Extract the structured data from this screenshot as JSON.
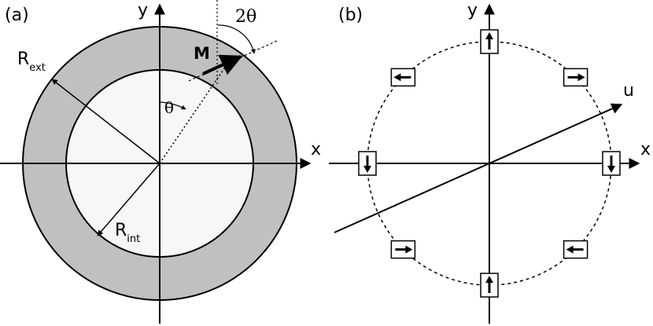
{
  "panel_a": {
    "tag": "(a)",
    "x_axis": "x",
    "y_axis": "y",
    "outer_radius_label": {
      "base": "R",
      "sub": "ext"
    },
    "inner_radius_label": {
      "base": "R",
      "sub": "int"
    },
    "magnetization_label": "M",
    "angle_theta_label": "θ",
    "angle_two_theta_label": "2θ",
    "colors": {
      "ring_fill": "#c0c0c0",
      "bore_fill": "#f7f7f7",
      "stroke": "#000000"
    }
  },
  "panel_b": {
    "tag": "(b)",
    "x_axis": "x",
    "y_axis": "y",
    "u_axis": "u",
    "magnet_blocks": [
      {
        "position": "top",
        "arrow_direction": "up"
      },
      {
        "position": "upper-right",
        "arrow_direction": "right"
      },
      {
        "position": "right",
        "arrow_direction": "down"
      },
      {
        "position": "lower-right",
        "arrow_direction": "left"
      },
      {
        "position": "bottom",
        "arrow_direction": "up"
      },
      {
        "position": "lower-left",
        "arrow_direction": "right"
      },
      {
        "position": "left",
        "arrow_direction": "down"
      },
      {
        "position": "upper-left",
        "arrow_direction": "left"
      }
    ]
  }
}
